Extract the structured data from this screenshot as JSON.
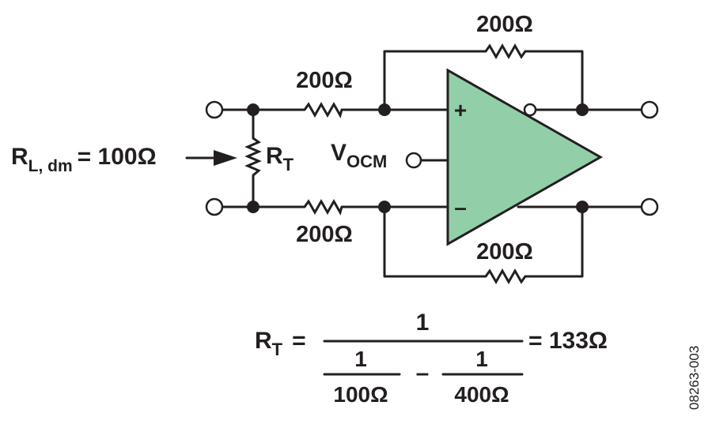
{
  "labels": {
    "r_feedback_top": "200Ω",
    "r_input_top": "200Ω",
    "r_input_bottom": "200Ω",
    "r_feedback_bottom": "200Ω",
    "rl_main": "R",
    "rl_sub": "L, dm",
    "rl_value": "= 100Ω",
    "rt_main": "R",
    "rt_sub": "T",
    "vocm_main": "V",
    "vocm_sub": "OCM",
    "plus": "+",
    "minus": "–"
  },
  "equation": {
    "lhs_main": "R",
    "lhs_sub": "T",
    "equals": "=",
    "numerator": "1",
    "den_left_num": "1",
    "den_left_den": "100Ω",
    "den_op": "–",
    "den_right_num": "1",
    "den_right_den": "400Ω",
    "result": "= 133Ω"
  },
  "figure_id": "08263-003",
  "colors": {
    "amp_fill": "#92cfa9",
    "line": "#231f20"
  }
}
